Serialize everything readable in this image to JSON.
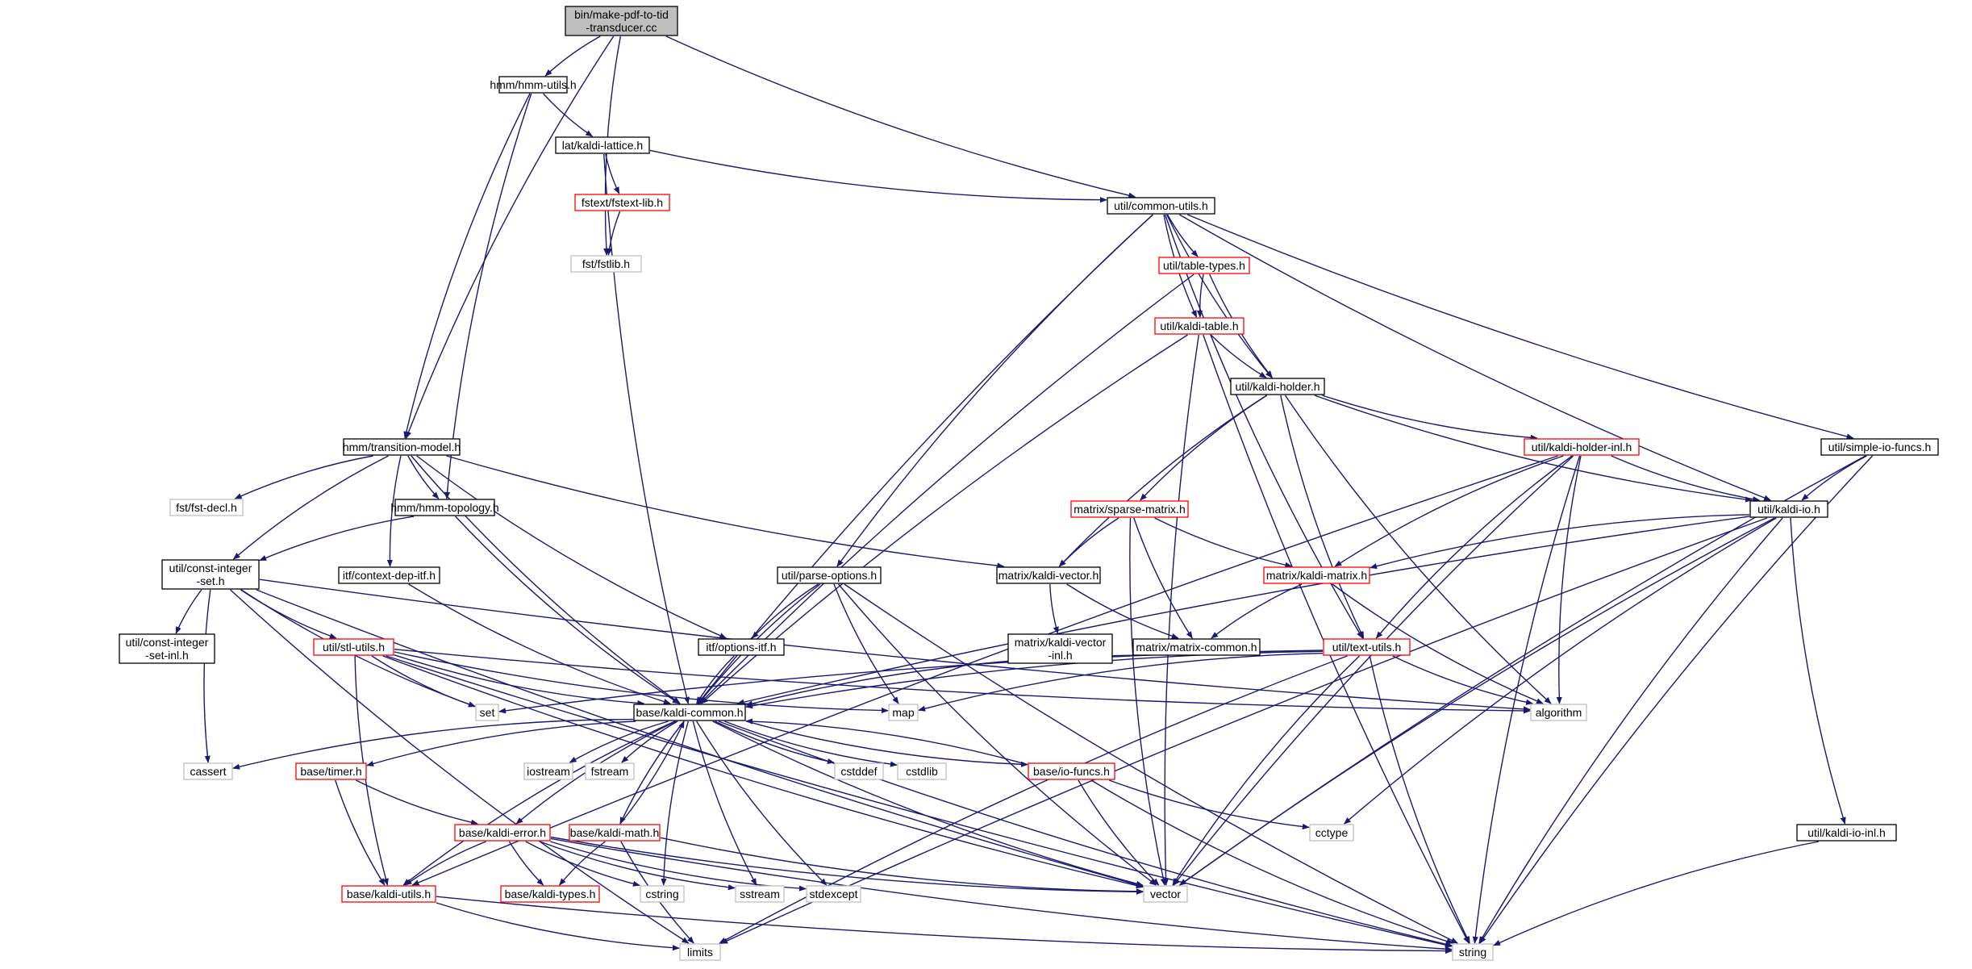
{
  "colors": {
    "edge": "#191970",
    "normal_border": "#000000",
    "truncated_border": "#ff0000",
    "external_border": "#bfbfbf",
    "root_fill": "#bfbfbf",
    "text": "#000000"
  },
  "nodes": [
    {
      "id": "root",
      "label": "bin/make-pdf-to-tid\n-transducer.cc",
      "kind": "root"
    },
    {
      "id": "hmm_utils",
      "label": "hmm/hmm-utils.h",
      "kind": "normal"
    },
    {
      "id": "kaldi_lattice",
      "label": "lat/kaldi-lattice.h",
      "kind": "normal"
    },
    {
      "id": "fstext_lib",
      "label": "fstext/fstext-lib.h",
      "kind": "truncated"
    },
    {
      "id": "fstlib",
      "label": "fst/fstlib.h",
      "kind": "external"
    },
    {
      "id": "common_utils",
      "label": "util/common-utils.h",
      "kind": "normal"
    },
    {
      "id": "table_types",
      "label": "util/table-types.h",
      "kind": "truncated"
    },
    {
      "id": "kaldi_table",
      "label": "util/kaldi-table.h",
      "kind": "truncated"
    },
    {
      "id": "kaldi_holder",
      "label": "util/kaldi-holder.h",
      "kind": "normal"
    },
    {
      "id": "transition_model",
      "label": "hmm/transition-model.h",
      "kind": "normal"
    },
    {
      "id": "fst_decl",
      "label": "fst/fst-decl.h",
      "kind": "external"
    },
    {
      "id": "hmm_topology",
      "label": "hmm/hmm-topology.h",
      "kind": "normal"
    },
    {
      "id": "const_integer_set",
      "label": "util/const-integer\n-set.h",
      "kind": "normal"
    },
    {
      "id": "context_dep_itf",
      "label": "itf/context-dep-itf.h",
      "kind": "normal"
    },
    {
      "id": "const_integer_set_inl",
      "label": "util/const-integer\n-set-inl.h",
      "kind": "normal"
    },
    {
      "id": "stl_utils",
      "label": "util/stl-utils.h",
      "kind": "truncated"
    },
    {
      "id": "parse_options",
      "label": "util/parse-options.h",
      "kind": "normal"
    },
    {
      "id": "options_itf",
      "label": "itf/options-itf.h",
      "kind": "normal"
    },
    {
      "id": "sparse_matrix",
      "label": "matrix/sparse-matrix.h",
      "kind": "truncated"
    },
    {
      "id": "kaldi_vector",
      "label": "matrix/kaldi-vector.h",
      "kind": "normal"
    },
    {
      "id": "kaldi_vector_inl",
      "label": "matrix/kaldi-vector\n-inl.h",
      "kind": "normal"
    },
    {
      "id": "matrix_common",
      "label": "matrix/matrix-common.h",
      "kind": "normal"
    },
    {
      "id": "kaldi_holder_inl",
      "label": "util/kaldi-holder-inl.h",
      "kind": "truncated"
    },
    {
      "id": "kaldi_matrix",
      "label": "matrix/kaldi-matrix.h",
      "kind": "truncated"
    },
    {
      "id": "text_utils",
      "label": "util/text-utils.h",
      "kind": "truncated"
    },
    {
      "id": "simple_io_funcs",
      "label": "util/simple-io-funcs.h",
      "kind": "normal"
    },
    {
      "id": "kaldi_io",
      "label": "util/kaldi-io.h",
      "kind": "normal"
    },
    {
      "id": "kaldi_io_inl",
      "label": "util/kaldi-io-inl.h",
      "kind": "normal"
    },
    {
      "id": "kaldi_common",
      "label": "base/kaldi-common.h",
      "kind": "normal"
    },
    {
      "id": "set",
      "label": "set",
      "kind": "external"
    },
    {
      "id": "map",
      "label": "map",
      "kind": "external"
    },
    {
      "id": "algorithm",
      "label": "algorithm",
      "kind": "external"
    },
    {
      "id": "cassert",
      "label": "cassert",
      "kind": "external"
    },
    {
      "id": "timer",
      "label": "base/timer.h",
      "kind": "truncated"
    },
    {
      "id": "iostream",
      "label": "iostream",
      "kind": "external"
    },
    {
      "id": "fstream",
      "label": "fstream",
      "kind": "external"
    },
    {
      "id": "sstream",
      "label": "sstream",
      "kind": "external"
    },
    {
      "id": "cstddef",
      "label": "cstddef",
      "kind": "external"
    },
    {
      "id": "cstdlib",
      "label": "cstdlib",
      "kind": "external"
    },
    {
      "id": "io_funcs",
      "label": "base/io-funcs.h",
      "kind": "truncated"
    },
    {
      "id": "cctype",
      "label": "cctype",
      "kind": "external"
    },
    {
      "id": "kaldi_error",
      "label": "base/kaldi-error.h",
      "kind": "truncated"
    },
    {
      "id": "kaldi_math",
      "label": "base/kaldi-math.h",
      "kind": "truncated"
    },
    {
      "id": "kaldi_utils",
      "label": "base/kaldi-utils.h",
      "kind": "truncated"
    },
    {
      "id": "kaldi_types",
      "label": "base/kaldi-types.h",
      "kind": "truncated"
    },
    {
      "id": "cstring",
      "label": "cstring",
      "kind": "external"
    },
    {
      "id": "stdexcept",
      "label": "stdexcept",
      "kind": "external"
    },
    {
      "id": "vector",
      "label": "vector",
      "kind": "external"
    },
    {
      "id": "limits",
      "label": "limits",
      "kind": "external"
    },
    {
      "id": "string",
      "label": "string",
      "kind": "external"
    }
  ],
  "edges": [
    [
      "root",
      "hmm_utils"
    ],
    [
      "root",
      "transition_model"
    ],
    [
      "root",
      "fstlib"
    ],
    [
      "root",
      "common_utils"
    ],
    [
      "hmm_utils",
      "kaldi_lattice"
    ],
    [
      "hmm_utils",
      "transition_model"
    ],
    [
      "hmm_utils",
      "hmm_topology"
    ],
    [
      "kaldi_lattice",
      "fstext_lib"
    ],
    [
      "kaldi_lattice",
      "common_utils"
    ],
    [
      "kaldi_lattice",
      "kaldi_common"
    ],
    [
      "fstext_lib",
      "fstlib"
    ],
    [
      "common_utils",
      "table_types"
    ],
    [
      "common_utils",
      "kaldi_table"
    ],
    [
      "common_utils",
      "kaldi_holder"
    ],
    [
      "common_utils",
      "parse_options"
    ],
    [
      "common_utils",
      "kaldi_common"
    ],
    [
      "common_utils",
      "text_utils"
    ],
    [
      "common_utils",
      "kaldi_io"
    ],
    [
      "common_utils",
      "simple_io_funcs"
    ],
    [
      "table_types",
      "kaldi_table"
    ],
    [
      "table_types",
      "kaldi_holder"
    ],
    [
      "table_types",
      "kaldi_common"
    ],
    [
      "kaldi_table",
      "kaldi_holder"
    ],
    [
      "kaldi_table",
      "kaldi_common"
    ],
    [
      "kaldi_table",
      "vector"
    ],
    [
      "kaldi_table",
      "string"
    ],
    [
      "kaldi_holder",
      "kaldi_holder_inl"
    ],
    [
      "kaldi_holder",
      "sparse_matrix"
    ],
    [
      "kaldi_holder",
      "kaldi_vector"
    ],
    [
      "kaldi_holder",
      "text_utils"
    ],
    [
      "kaldi_holder",
      "algorithm"
    ],
    [
      "kaldi_holder",
      "kaldi_io"
    ],
    [
      "transition_model",
      "fst_decl"
    ],
    [
      "transition_model",
      "hmm_topology"
    ],
    [
      "transition_model",
      "const_integer_set"
    ],
    [
      "transition_model",
      "context_dep_itf"
    ],
    [
      "transition_model",
      "options_itf"
    ],
    [
      "transition_model",
      "kaldi_vector"
    ],
    [
      "transition_model",
      "kaldi_common"
    ],
    [
      "hmm_topology",
      "const_integer_set"
    ],
    [
      "hmm_topology",
      "kaldi_common"
    ],
    [
      "const_integer_set",
      "const_integer_set_inl"
    ],
    [
      "const_integer_set",
      "stl_utils"
    ],
    [
      "const_integer_set",
      "set"
    ],
    [
      "const_integer_set",
      "cassert"
    ],
    [
      "const_integer_set",
      "vector"
    ],
    [
      "const_integer_set",
      "limits"
    ],
    [
      "const_integer_set",
      "algorithm"
    ],
    [
      "context_dep_itf",
      "kaldi_common"
    ],
    [
      "stl_utils",
      "set"
    ],
    [
      "stl_utils",
      "map"
    ],
    [
      "stl_utils",
      "algorithm"
    ],
    [
      "stl_utils",
      "kaldi_common"
    ],
    [
      "stl_utils",
      "vector"
    ],
    [
      "stl_utils",
      "string"
    ],
    [
      "stl_utils",
      "kaldi_utils"
    ],
    [
      "parse_options",
      "options_itf"
    ],
    [
      "parse_options",
      "map"
    ],
    [
      "parse_options",
      "kaldi_common"
    ],
    [
      "parse_options",
      "string"
    ],
    [
      "parse_options",
      "vector"
    ],
    [
      "options_itf",
      "kaldi_common"
    ],
    [
      "sparse_matrix",
      "kaldi_vector"
    ],
    [
      "sparse_matrix",
      "kaldi_matrix"
    ],
    [
      "sparse_matrix",
      "matrix_common"
    ],
    [
      "sparse_matrix",
      "vector"
    ],
    [
      "kaldi_vector",
      "kaldi_vector_inl"
    ],
    [
      "kaldi_vector",
      "matrix_common"
    ],
    [
      "matrix_common",
      "kaldi_common"
    ],
    [
      "kaldi_holder_inl",
      "kaldi_io"
    ],
    [
      "kaldi_holder_inl",
      "kaldi_matrix"
    ],
    [
      "kaldi_holder_inl",
      "text_utils"
    ],
    [
      "kaldi_holder_inl",
      "algorithm"
    ],
    [
      "kaldi_holder_inl",
      "vector"
    ],
    [
      "kaldi_holder_inl",
      "string"
    ],
    [
      "kaldi_holder_inl",
      "kaldi_utils"
    ],
    [
      "kaldi_matrix",
      "matrix_common"
    ],
    [
      "kaldi_matrix",
      "algorithm"
    ],
    [
      "text_utils",
      "set"
    ],
    [
      "text_utils",
      "map"
    ],
    [
      "text_utils",
      "algorithm"
    ],
    [
      "text_utils",
      "kaldi_common"
    ],
    [
      "text_utils",
      "vector"
    ],
    [
      "text_utils",
      "string"
    ],
    [
      "text_utils",
      "limits"
    ],
    [
      "simple_io_funcs",
      "kaldi_io"
    ],
    [
      "simple_io_funcs",
      "vector"
    ],
    [
      "simple_io_funcs",
      "string"
    ],
    [
      "kaldi_io",
      "kaldi_matrix"
    ],
    [
      "kaldi_io",
      "kaldi_io_inl"
    ],
    [
      "kaldi_io",
      "kaldi_common"
    ],
    [
      "kaldi_io",
      "cctype"
    ],
    [
      "kaldi_io",
      "vector"
    ],
    [
      "kaldi_io",
      "string"
    ],
    [
      "kaldi_io",
      "limits"
    ],
    [
      "kaldi_io_inl",
      "string"
    ],
    [
      "kaldi_common",
      "cassert"
    ],
    [
      "kaldi_common",
      "timer"
    ],
    [
      "kaldi_common",
      "iostream"
    ],
    [
      "kaldi_common",
      "fstream"
    ],
    [
      "kaldi_common",
      "sstream"
    ],
    [
      "kaldi_common",
      "cstddef"
    ],
    [
      "kaldi_common",
      "cstdlib"
    ],
    [
      "kaldi_common",
      "io_funcs"
    ],
    [
      "kaldi_common",
      "kaldi_error"
    ],
    [
      "kaldi_common",
      "kaldi_math"
    ],
    [
      "kaldi_common",
      "kaldi_utils"
    ],
    [
      "kaldi_common",
      "cstring"
    ],
    [
      "kaldi_common",
      "stdexcept"
    ],
    [
      "kaldi_common",
      "vector"
    ],
    [
      "kaldi_common",
      "string"
    ],
    [
      "timer",
      "kaldi_error"
    ],
    [
      "timer",
      "kaldi_utils"
    ],
    [
      "io_funcs",
      "kaldi_common"
    ],
    [
      "io_funcs",
      "cctype"
    ],
    [
      "io_funcs",
      "vector"
    ],
    [
      "io_funcs",
      "string"
    ],
    [
      "kaldi_error",
      "kaldi_utils"
    ],
    [
      "kaldi_error",
      "kaldi_types"
    ],
    [
      "kaldi_error",
      "cstring"
    ],
    [
      "kaldi_error",
      "sstream"
    ],
    [
      "kaldi_error",
      "stdexcept"
    ],
    [
      "kaldi_error",
      "vector"
    ],
    [
      "kaldi_error",
      "string"
    ],
    [
      "kaldi_math",
      "kaldi_common"
    ],
    [
      "kaldi_math",
      "kaldi_types"
    ],
    [
      "kaldi_math",
      "limits"
    ],
    [
      "kaldi_math",
      "vector"
    ],
    [
      "kaldi_utils",
      "limits"
    ],
    [
      "kaldi_utils",
      "string"
    ]
  ]
}
